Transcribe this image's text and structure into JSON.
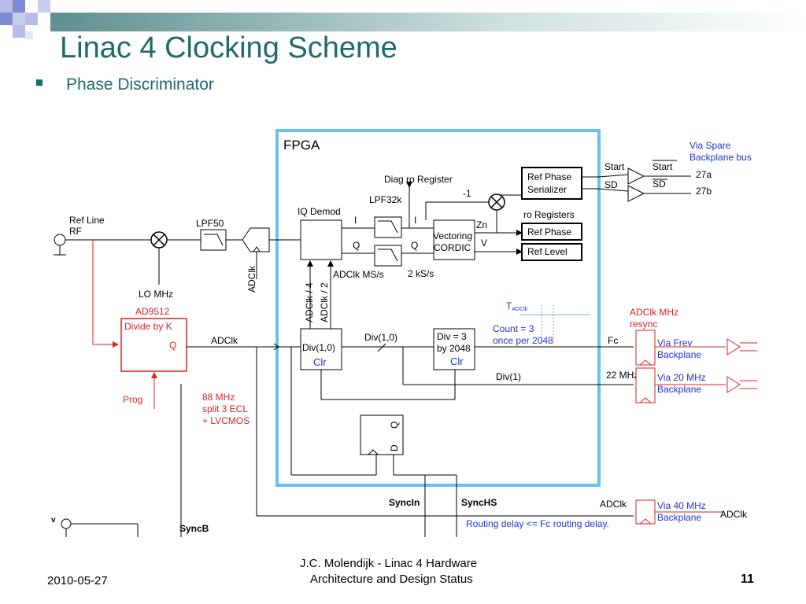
{
  "slide": {
    "title": "Linac 4 Clocking Scheme",
    "bullet": "Phase Discriminator",
    "footer": {
      "date": "2010-05-27",
      "author_line1": "J.C.  Molendijk - Linac 4 Hardware",
      "author_line2": "Architecture and Design Status",
      "page": "11"
    }
  },
  "diagram": {
    "fpga": "FPGA",
    "via_spare": "Via Spare",
    "backplane_bus": "Backplane bus",
    "start": "Start",
    "start_bar": "Start",
    "sd": "SD",
    "sd_bar": "SD",
    "pin_27a": "27a",
    "pin_27b": "27b",
    "diag_ro": "Diag ro Register",
    "minus1": "-1",
    "ref_phase_serializer_1": "Ref Phase",
    "ref_phase_serializer_2": "Serializer",
    "lpf32k": "LPF32k",
    "iq_demod": "IQ Demod",
    "ro_registers": "ro Registers",
    "ref_line": "Ref Line",
    "rf": "RF",
    "lpf50": "LPF50",
    "i1": "I",
    "i2": "I",
    "q1": "Q",
    "q2": "Q",
    "zn": "Zn",
    "v": "V",
    "vectoring": "Vectoring",
    "cordic": "CORDIC",
    "ref_phase": "Ref Phase",
    "ref_level": "Ref Level",
    "adclk_ms": "ADClk MS/s",
    "ks": "2 kS/s",
    "adclk_vert": "ADClk",
    "adclk4": "ADClk / 4",
    "adclk2": "ADClk / 2",
    "lo_mhz": "LO MHz",
    "ad9512": "AD9512",
    "divide_by_k": "Divide by K",
    "q_out": "Q",
    "adclk": "ADClk",
    "div10": "Div(1,0)",
    "clr": "Clr",
    "div10_label": "Div(1,0)",
    "div3_1": "Div = 3",
    "div3_2": "by 2048",
    "clr2": "Clr",
    "tadclk_t": "T",
    "tadclk_sub": "ADClk",
    "count1": "Count = 3",
    "count2": "once per 2048",
    "adclk_resync1": "ADClk MHz",
    "adclk_resync2": "resync",
    "fc": "Fc",
    "via_frev1": "Via Frev",
    "via_frev2": "Backplane",
    "div1": "Div(1)",
    "mhz22": "22 MHz",
    "via20_1": "Via 20 MHz",
    "via20_2": "Backplane",
    "prog": "Prog",
    "mhz88_1": "88 MHz",
    "mhz88_2": "split 3 ECL",
    "mhz88_3": "+ LVCMOS",
    "ff_d": "D",
    "ff_q": "Q",
    "syncin": "SyncIn",
    "synchs": "SyncHS",
    "adclk_bottom": "ADClk",
    "via40_1": "Via 40 MHz",
    "via40_2": "Backplane",
    "adclk_right": "ADClk",
    "routing": "Routing delay <= Fc routing delay.",
    "v_small": "v",
    "syncb": "SyncB"
  },
  "colors": {
    "title": "#1f6b6b",
    "fpga_border": "#66c2f2",
    "red": "#dd2222",
    "blue": "#2233cc"
  }
}
